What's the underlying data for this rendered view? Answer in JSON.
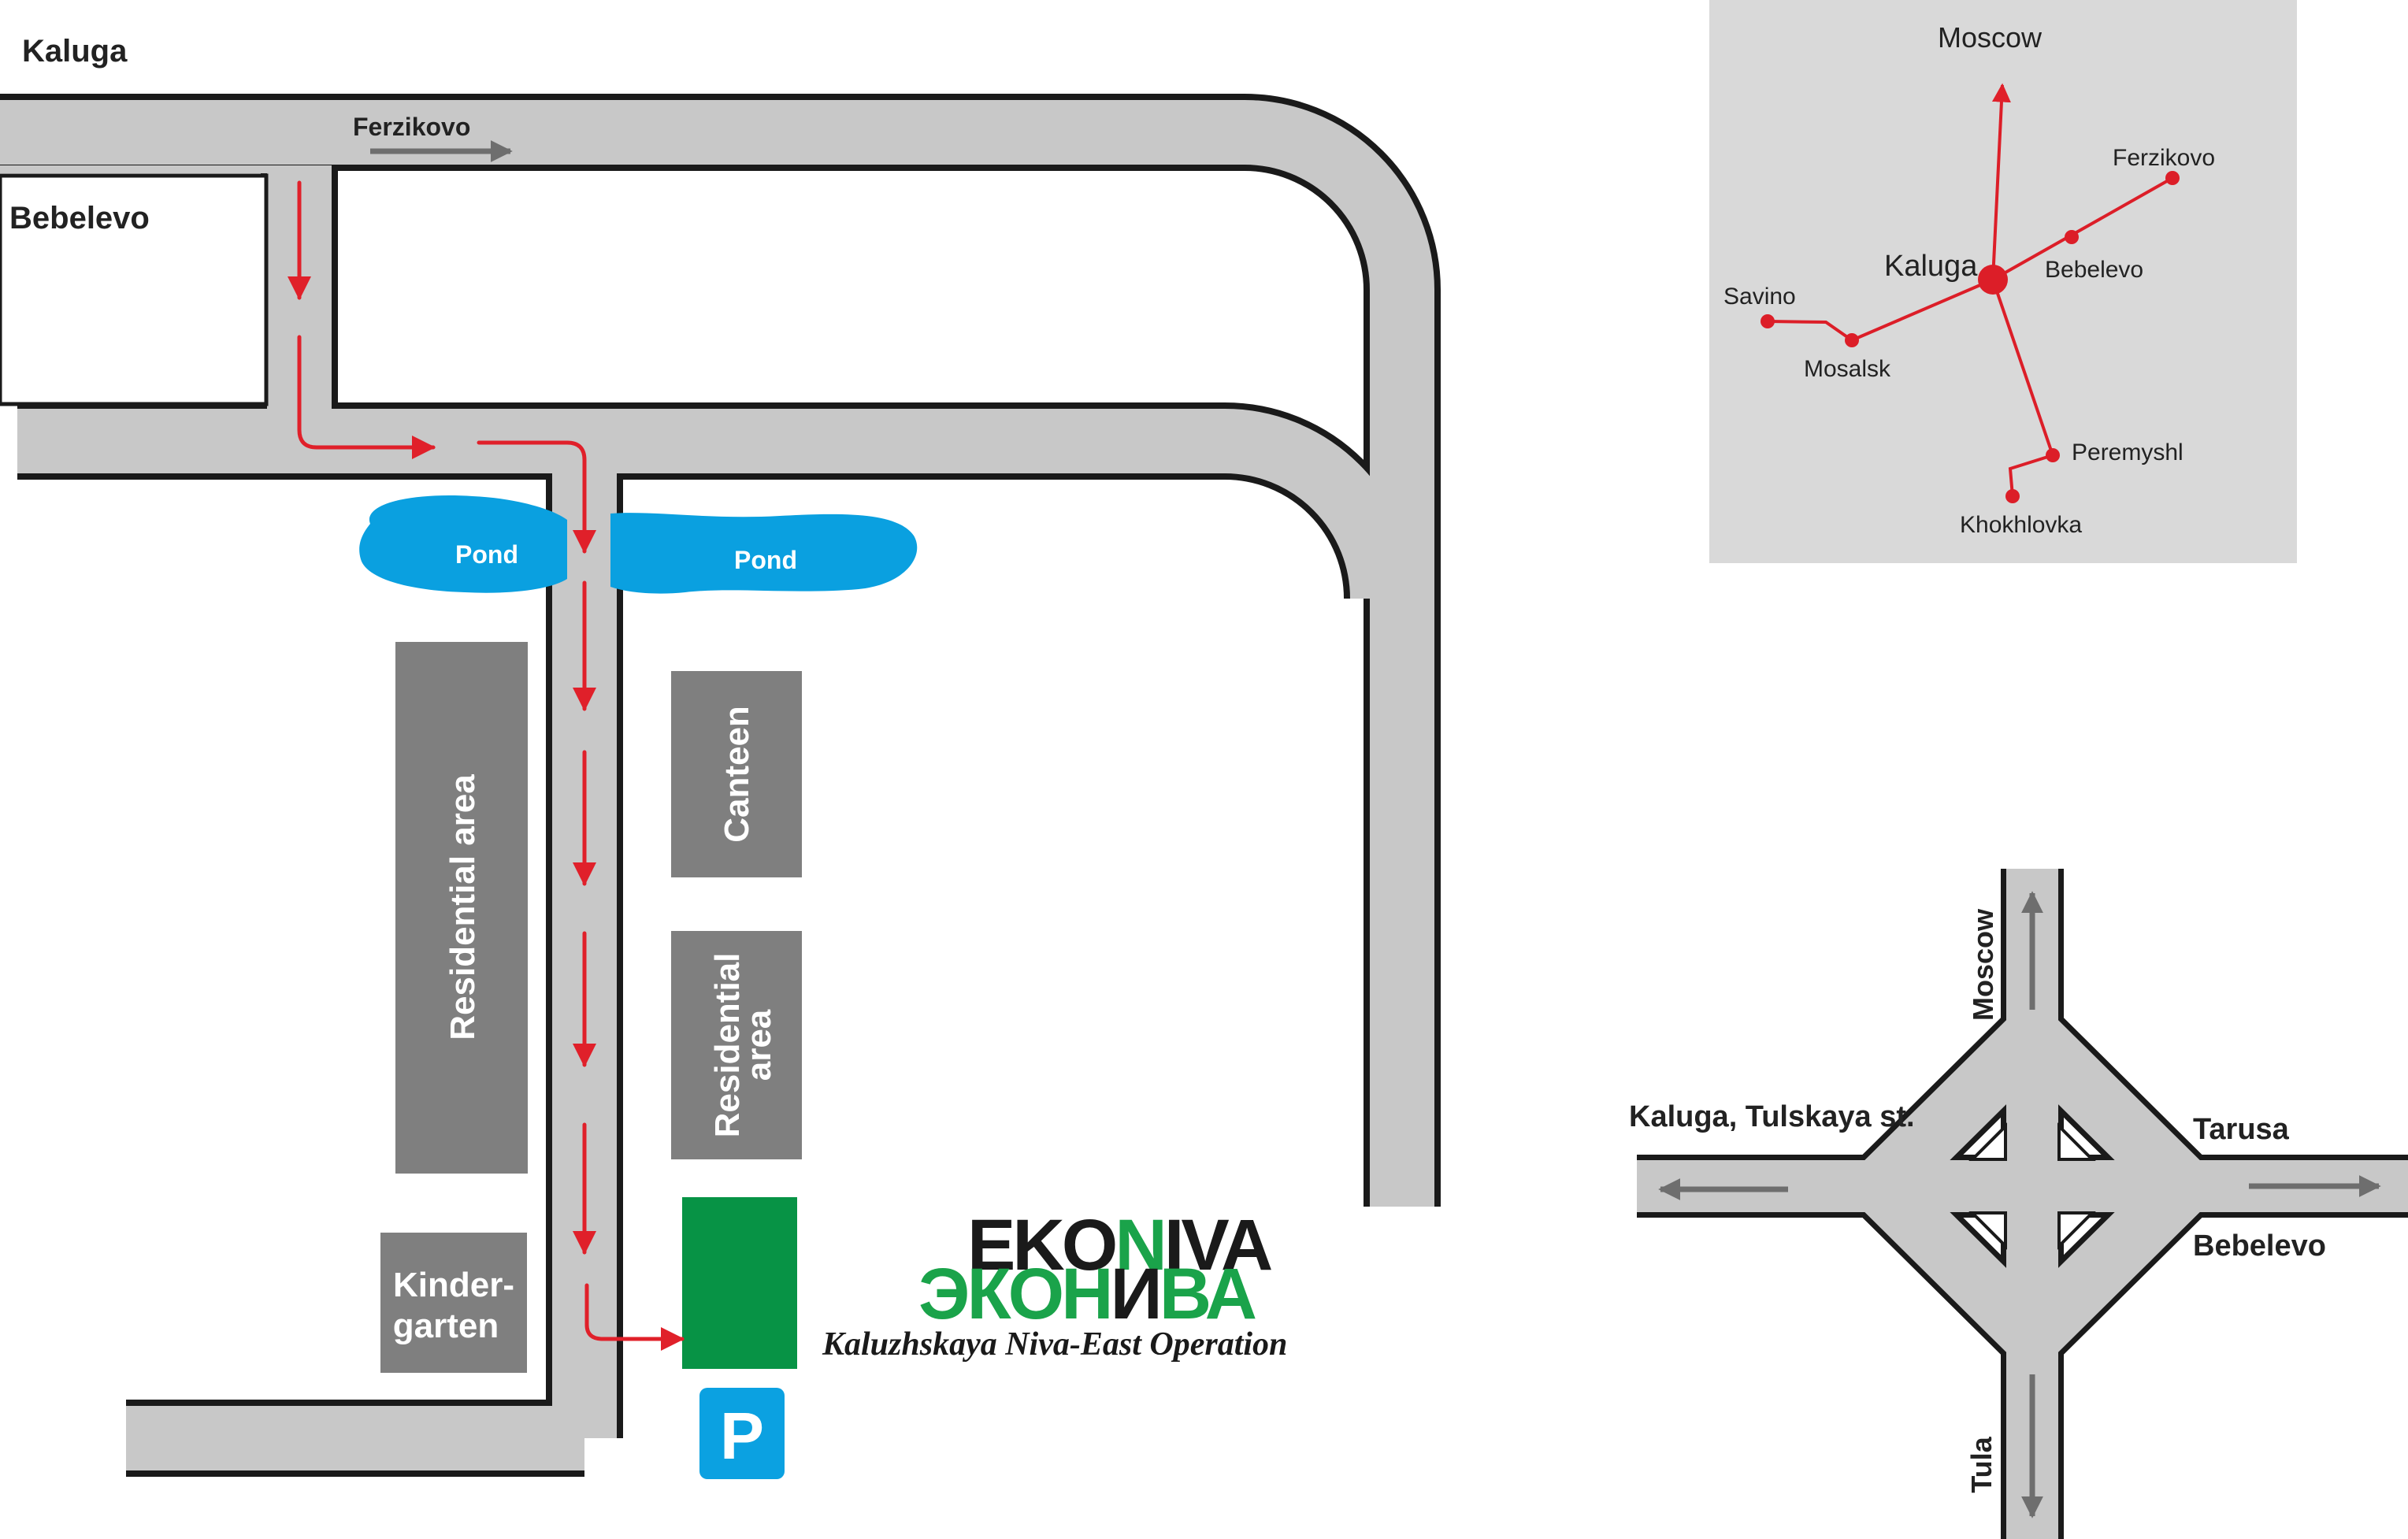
{
  "colors": {
    "road": "#c8c8c8",
    "road_edge": "#1a1a1a",
    "route": "#e0202a",
    "pond": "#0aa0e0",
    "building": "#7f7f7f",
    "parking_lot": "#079345",
    "parking_sign": "#0ba1e1",
    "inset_bg": "#d9d9d9",
    "inset_route": "#dc1e28",
    "logo_dark": "#1a1a1a",
    "logo_green": "#1aa34a",
    "arrow_gray": "#6e6e6e"
  },
  "main_map": {
    "place_labels": {
      "kaluga": "Kaluga",
      "bebelevo": "Bebelevo",
      "ferzikovo": "Ferzikovo"
    },
    "ponds": {
      "left": "Pond",
      "right": "Pond"
    },
    "buildings": {
      "residential_left": "Residential area",
      "canteen": "Canteen",
      "residential_right_line1": "Residential",
      "residential_right_line2": "area",
      "kindergarten_line1": "Kinder-",
      "kindergarten_line2": "garten"
    },
    "parking": {
      "sign": "P"
    }
  },
  "logo": {
    "latin_part1": "EKO",
    "latin_part2": "N",
    "latin_part3": "IVA",
    "cyrillic_part1": "ЭКОН",
    "cyrillic_part2": "И",
    "cyrillic_part3": "ВА",
    "subtitle": "Kaluzhskaya Niva-East Operation"
  },
  "regional_inset": {
    "cities": {
      "moscow": "Moscow",
      "ferzikovo": "Ferzikovo",
      "kaluga": "Kaluga",
      "bebelevo": "Bebelevo",
      "savino": "Savino",
      "mosalsk": "Mosalsk",
      "peremyshl": "Peremyshl",
      "khokhlovka": "Khokhlovka"
    }
  },
  "interchange_inset": {
    "labels": {
      "moscow": "Moscow",
      "kaluga": "Kaluga, Tulskaya st.",
      "tarusa": "Tarusa",
      "bebelevo": "Bebelevo",
      "tula": "Tula"
    }
  }
}
